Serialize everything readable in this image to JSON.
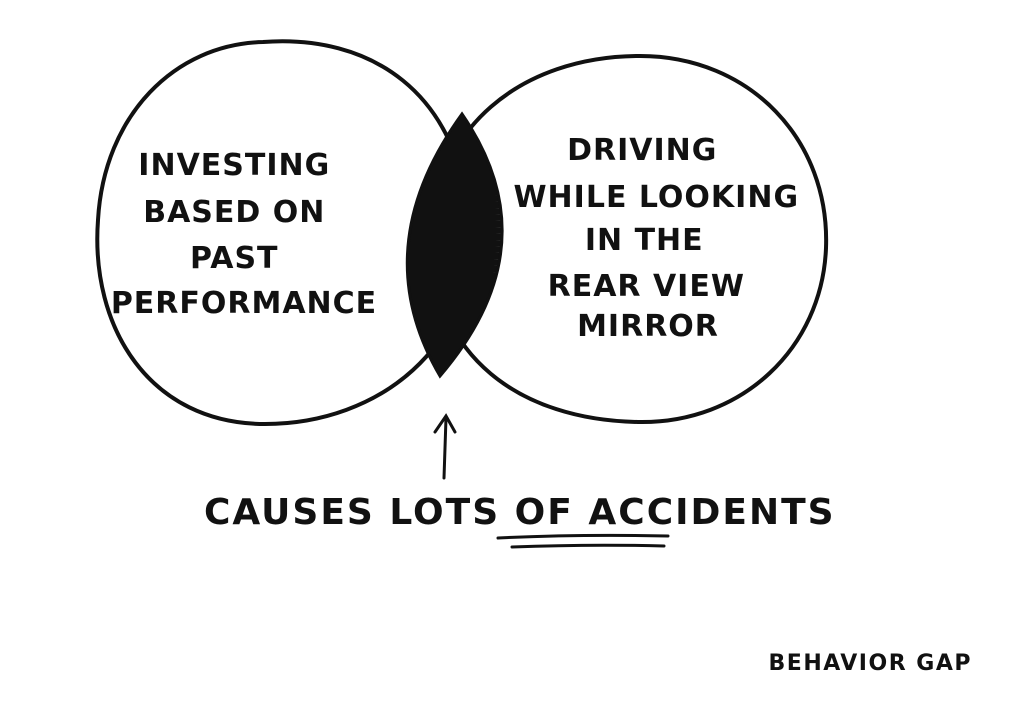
{
  "diagram": {
    "left_circle_label": [
      "INVESTING",
      "BASED ON",
      "PAST",
      "PERFORMANCE"
    ],
    "right_circle_label": [
      "DRIVING",
      "WHILE LOOKING",
      "IN THE",
      "REAR VIEW",
      "MIRROR"
    ],
    "caption_prefix": "CAUSES LOTS OF ",
    "caption_emphasis": "ACCIDENTS",
    "brand": "BEHAVIOR GAP",
    "ink_color": "#111111",
    "background_color": "#ffffff"
  }
}
